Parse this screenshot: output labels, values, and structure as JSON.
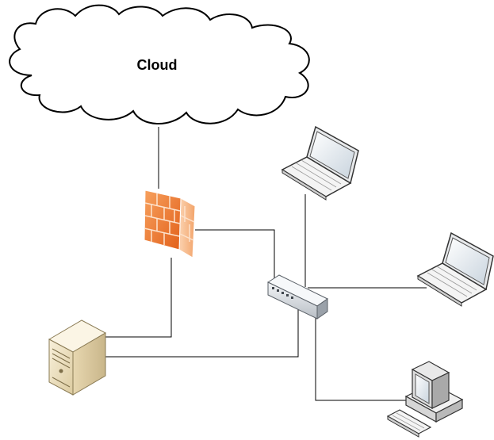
{
  "diagram": {
    "cloud": {
      "label": "Cloud"
    },
    "nodes": [
      {
        "id": "cloud",
        "kind": "cloud",
        "icon": "cloud-icon"
      },
      {
        "id": "firewall",
        "kind": "firewall",
        "icon": "firewall-icon"
      },
      {
        "id": "switch",
        "kind": "network-switch",
        "icon": "switch-icon"
      },
      {
        "id": "server",
        "kind": "server",
        "icon": "server-icon"
      },
      {
        "id": "laptop-top",
        "kind": "laptop",
        "icon": "laptop-icon"
      },
      {
        "id": "laptop-right",
        "kind": "laptop",
        "icon": "laptop-icon"
      },
      {
        "id": "desktop",
        "kind": "desktop-computer",
        "icon": "desktop-computer-icon"
      }
    ],
    "links": [
      {
        "from": "cloud",
        "to": "firewall"
      },
      {
        "from": "firewall",
        "to": "switch"
      },
      {
        "from": "firewall",
        "to": "server"
      },
      {
        "from": "switch",
        "to": "server"
      },
      {
        "from": "switch",
        "to": "laptop-top"
      },
      {
        "from": "switch",
        "to": "laptop-right"
      },
      {
        "from": "switch",
        "to": "desktop"
      }
    ],
    "colors": {
      "line": "#000000",
      "firewall": "#f07e30",
      "server": "#efe3c4",
      "switch": "#d9dde2"
    }
  }
}
